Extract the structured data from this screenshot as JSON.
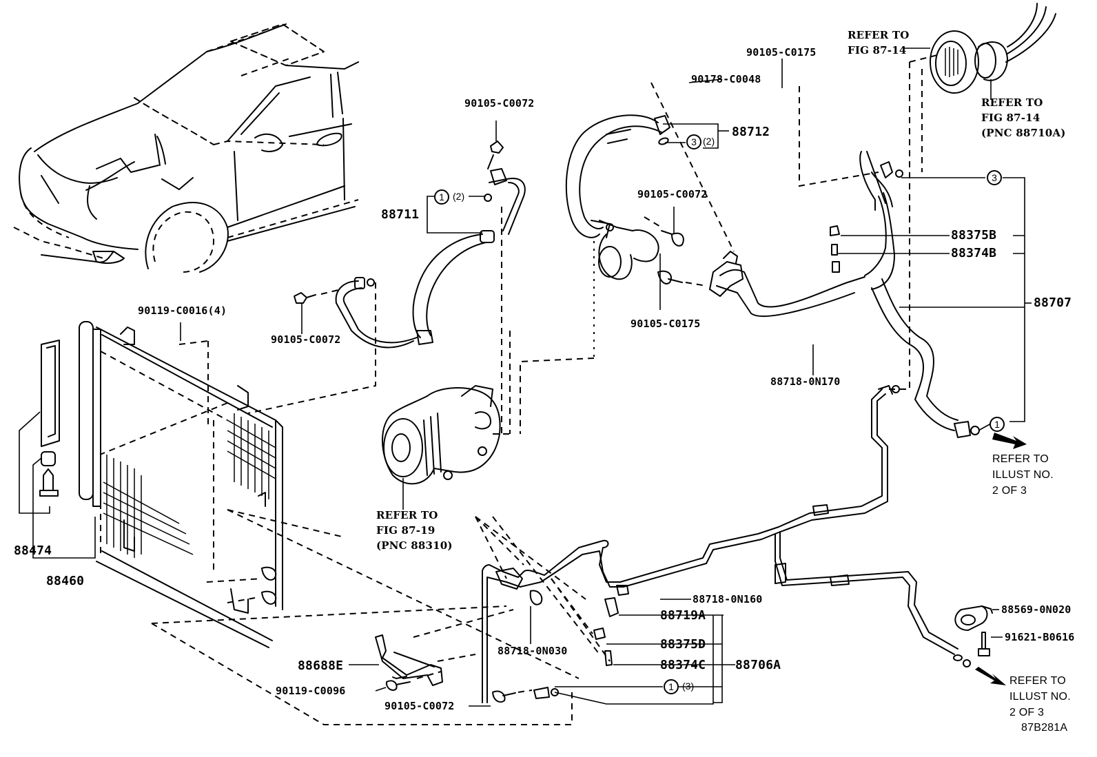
{
  "diagram": {
    "type": "exploded-parts-diagram",
    "subject": "Air conditioner piping, condenser and compressor",
    "figure_code": "87B281A",
    "parts": {
      "p_90105_C0175_top": "90105-C0175",
      "p_90178_C0048": "90178-C0048",
      "p_88712": "88712",
      "p_90105_C0072_top": "90105-C0072",
      "p_88711": "88711",
      "p_90105_C0072_mid": "90105-C0072",
      "p_90105_C0072_left": "90105-C0072",
      "p_90119_C0016": "90119-C0016(4)",
      "p_90105_C0175_mid": "90105-C0175",
      "p_88375B": "88375B",
      "p_88374B": "88374B",
      "p_88707": "88707",
      "p_88718_0N170": "88718-0N170",
      "p_88474": "88474",
      "p_88460": "88460",
      "p_88718_0N160": "88718-0N160",
      "p_88719A": "88719A",
      "p_88375D": "88375D",
      "p_88374C": "88374C",
      "p_88706A": "88706A",
      "p_88688E": "88688E",
      "p_90119_C0096": "90119-C0096",
      "p_90105_C0072_bottom": "90105-C0072",
      "p_88718_0N030": "88718-0N030",
      "p_88569_0N020": "88569-0N020",
      "p_91621_B0616": "91621-B0616"
    },
    "callouts": {
      "c1_88711": {
        "num": "1",
        "qty": "(2)"
      },
      "c3_88712": {
        "num": "3",
        "qty": "(2)"
      },
      "c3_88707": {
        "num": "3"
      },
      "c1_88707": {
        "num": "1"
      },
      "c1_88706A": {
        "num": "1",
        "qty": "(3)"
      }
    },
    "references": {
      "fig_87_14_a": [
        "REFER TO",
        "FIG 87-14"
      ],
      "fig_87_14_b": [
        "REFER TO",
        "FIG 87-14",
        "(PNC 88710A)"
      ],
      "fig_87_19": [
        "REFER TO",
        "FIG 87-19",
        "(PNC 88310)"
      ],
      "illust_a": [
        "REFER TO",
        "ILLUST NO.",
        "2 OF 3"
      ],
      "illust_b": [
        "REFER TO",
        "ILLUST NO.",
        "2 OF 3"
      ]
    }
  }
}
